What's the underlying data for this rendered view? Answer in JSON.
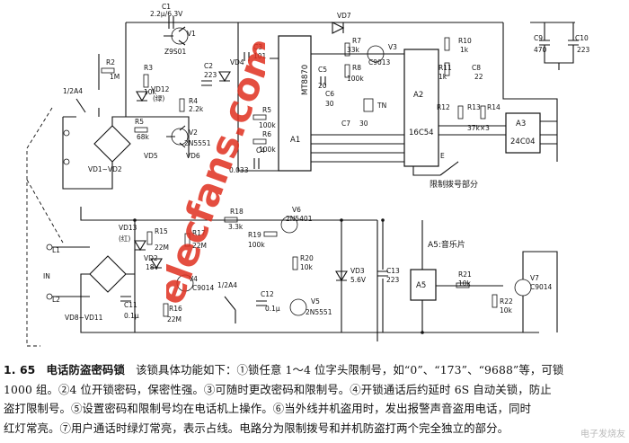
{
  "labels": {
    "c1": "C1",
    "c1_val": "2.2μ/6.3V",
    "v1": "V1",
    "v1_part": "Z9S01",
    "vd7": "VD7",
    "r7": "R7",
    "r7_val": "33k",
    "v3": "V3",
    "v3_part": "C9013",
    "r8": "R8",
    "r8_val": "100k",
    "r10": "R10",
    "r10_val": "1k",
    "r11": "R11",
    "r11_val": "1k",
    "c8": "C8",
    "c8_val": "22",
    "c9": "C9",
    "c9_val": "470",
    "c10": "C10",
    "c10_val": "223",
    "r2": "R2",
    "r2_val": "1M",
    "r3": "R3",
    "r3_val": "10k",
    "vd12": "VD12",
    "vd12_note": "(绿)",
    "c2": "C2",
    "c2_val": "223",
    "vd4": "VD4",
    "c3": "C3",
    "c3_val": "101",
    "r4": "R4",
    "r4_val": "2.2k",
    "r5": "R5",
    "r5_val": "68k",
    "v2": "V2",
    "v2_part": "2N5551",
    "vd5": "VD5",
    "vd6": "VD6",
    "vd1_vd2": "VD1~VD2",
    "r5b": "R5",
    "r5b_val": "100k",
    "r6": "R6",
    "r6_val": "100k",
    "c4": "C4",
    "c4_val": "0.033",
    "a1": "A1",
    "a1_part": "MT8870",
    "c5": "C5",
    "c5_val": "20",
    "c6": "C6",
    "c6_val": "30",
    "c7": "C7",
    "c7_val": "30",
    "tn": "TN",
    "a2": "A2",
    "a2_part": "16C54",
    "r12": "R12",
    "r13": "R13",
    "r14": "R14",
    "r14_val": "37k×3",
    "a3": "A3",
    "a3_part": "24C04",
    "ld": "1/2A4",
    "control_note": "限制拨号部分",
    "r18": "R18",
    "r18_val": "3.3k",
    "v6": "V6",
    "v6_part": "2N5401",
    "r19": "R19",
    "r19_val": "100k",
    "r20": "R20",
    "r20_val": "10k",
    "vd13": "VD13",
    "vd13_note": "(红)",
    "r15": "R15",
    "r15_val": "22M",
    "vd2": "VD2",
    "vd2_val": "18V",
    "r17": "R17",
    "r17_val": "22M",
    "v4": "V4",
    "v4_part": "C9014",
    "r16": "R16",
    "r16_val": "22M",
    "c12": "C12",
    "c12_val": "0.1μ",
    "v5": "V5",
    "v5_part": "2N5551",
    "vd3": "VD3",
    "vd3_val": "5.6V",
    "c13": "C13",
    "c13_val": "223",
    "a5": "A5",
    "a5_note": "A5:音乐片",
    "r21": "R21",
    "r21_val": "10k",
    "r22": "R22",
    "r22_val": "10k",
    "v7": "V7",
    "v7_part": "C9014",
    "vd8": "VD8~VD11",
    "c11": "C11",
    "c11_val": "0.1μ",
    "l1": "L1",
    "l2": "L2",
    "in": "IN",
    "ld2": "1/2A4"
  },
  "caption": {
    "number": "1. 65",
    "title": "电话防盗密码锁",
    "line1": "该锁具体功能如下：①锁任意 1～4 位字头限制号，如“0”、“173”、“9688”等，可锁",
    "line2": "1000 组。②4 位开锁密码，保密性强。③可随时更改密码和限制号。④开锁通话后约延时 6S 自动关锁，防止",
    "line3": "盗打限制号。⑤设置密码和限制号均在电话机上操作。⑥当外线并机盗用时，发出报警声音盗用电话，同时",
    "line4": "红灯常亮。⑦用户通话时绿灯常亮，表示占线。电路分为限制拨号和并机防盗打两个完全独立的部分。"
  },
  "watermark": "elecfans.com",
  "corner_logo": "电子发烧友"
}
